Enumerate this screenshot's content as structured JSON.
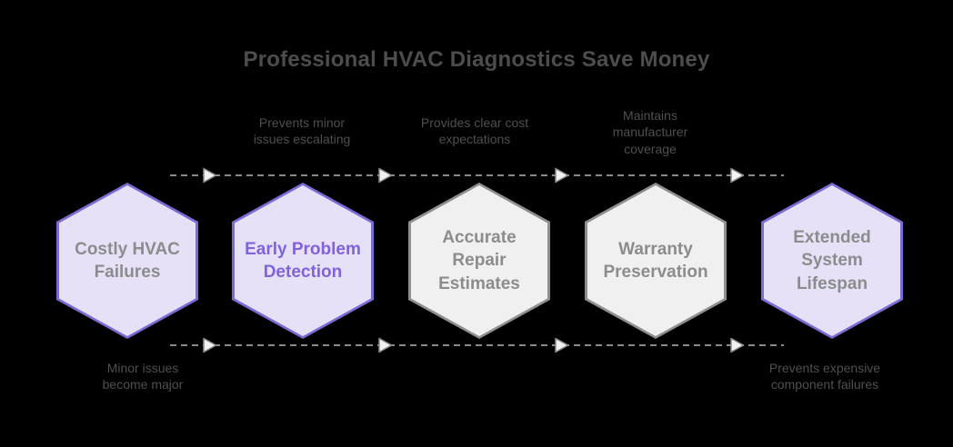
{
  "title": "Professional HVAC Diagnostics Save Money",
  "hexagons": [
    {
      "label": "Costly HVAC\nFailures",
      "style": "purple-node-gray-text"
    },
    {
      "label": "Early Problem\nDetection",
      "style": "purple-node-purple-text"
    },
    {
      "label": "Accurate\nRepair\nEstimates",
      "style": "gray-node-gray-text"
    },
    {
      "label": "Warranty\nPreservation",
      "style": "gray-node-gray-text"
    },
    {
      "label": "Extended\nSystem\nLifespan",
      "style": "purple-node-gray-text"
    }
  ],
  "annotations": {
    "top": [
      {
        "text": "Prevents minor\nissues escalating"
      },
      {
        "text": "Provides clear cost\nexpectations"
      },
      {
        "text": "Maintains\nmanufacturer\ncoverage"
      }
    ],
    "bottom": [
      {
        "text": "Minor issues\nbecome major"
      },
      {
        "text": "Prevents expensive\ncomponent failures"
      }
    ]
  },
  "colors": {
    "background": "#000000",
    "title-text": "#4d4d4d",
    "annotation-text": "#4f4f4f",
    "purple-border": "#7c6bd4",
    "purple-fill": "#e7e1f8",
    "purple-text": "#7e63db",
    "gray-border": "#8f8f8f",
    "gray-fill": "#f0f0f0",
    "gray-text": "#8c8c8c",
    "arrow-line": "#8a8a8a",
    "arrowhead-fill": "#f2f2f2"
  }
}
